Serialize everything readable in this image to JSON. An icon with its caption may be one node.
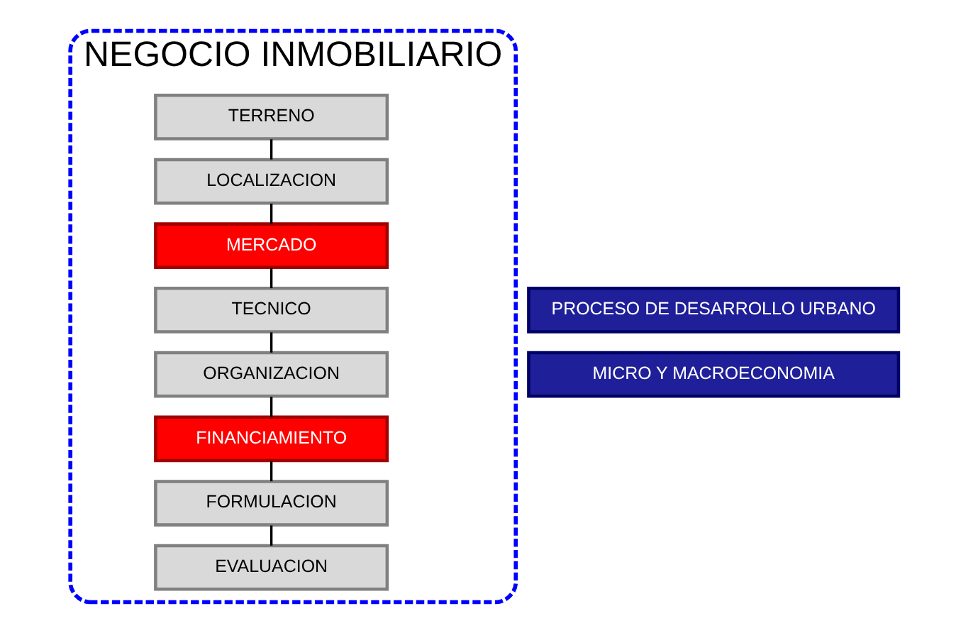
{
  "diagram": {
    "nodes": [
      {
        "text": [
          "NEGOCIO INMOBILIARIO"
        ]
      },
      {
        "text": [
          "TERRENO"
        ],
        "in": 0
      },
      {
        "text": [
          "LOCALIZACION"
        ],
        "in": 0
      },
      {
        "text": [
          "MERCADO"
        ],
        "in": 0
      },
      {
        "text": [
          "TECNICO"
        ],
        "in": 0
      },
      {
        "text": [
          "ORGANIZACION"
        ],
        "in": 0
      },
      {
        "text": [
          "FINANCIAMIENTO"
        ],
        "in": 0
      },
      {
        "text": [
          "FORMULACION"
        ],
        "in": 0
      },
      {
        "text": [
          "EVALUACION"
        ],
        "in": 0
      },
      {
        "text": [
          "PROCESO DE DESARROLLO URBANO"
        ]
      },
      {
        "text": [
          "MICRO Y MACROECONOMIA"
        ]
      }
    ],
    "edges": [
      {
        "from": 1,
        "to": 2,
        "arrow": "none"
      },
      {
        "from": 2,
        "to": 3,
        "arrow": "none"
      },
      {
        "from": 3,
        "to": 4,
        "arrow": "none"
      },
      {
        "from": 4,
        "to": 5,
        "arrow": "none"
      },
      {
        "from": 5,
        "to": 6,
        "arrow": "none"
      },
      {
        "from": 6,
        "to": 7,
        "arrow": "none"
      },
      {
        "from": 7,
        "to": 8,
        "arrow": "none"
      }
    ]
  }
}
